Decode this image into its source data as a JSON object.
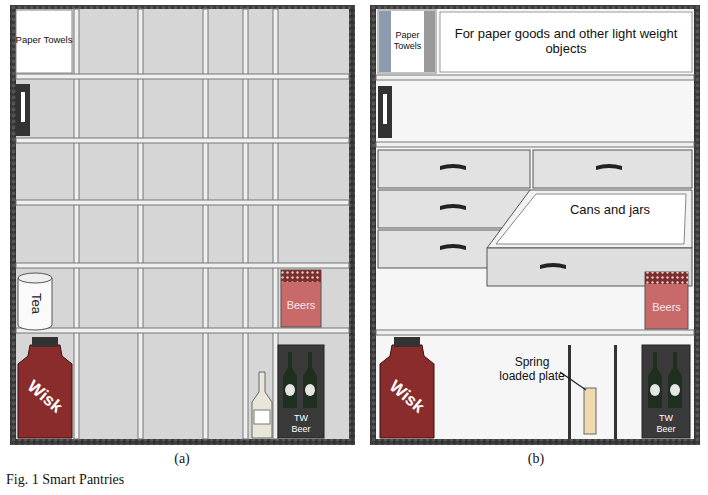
{
  "diagram": {
    "caption": "Fig. 1 Smart Pantries",
    "nodes": [
      {
        "text": [
          "Paper Towels"
        ]
      },
      {
        "text": [
          "Tea"
        ]
      },
      {
        "text": [
          "Beers"
        ]
      },
      {
        "text": [
          "Wisk"
        ]
      },
      {
        "text": [
          "TW Beer"
        ]
      },
      {
        "text": [
          "Paper Towels"
        ]
      },
      {
        "text": [
          "For paper goods and other light weight objects"
        ]
      },
      {
        "text": [
          "Cans and jars"
        ]
      },
      {
        "text": [
          "Beers"
        ]
      },
      {
        "text": [
          "Wisk"
        ]
      },
      {
        "text": [
          "TW Beer"
        ]
      }
    ],
    "labels": [
      "Spring loaded plate",
      "(a)",
      "(b)"
    ]
  }
}
